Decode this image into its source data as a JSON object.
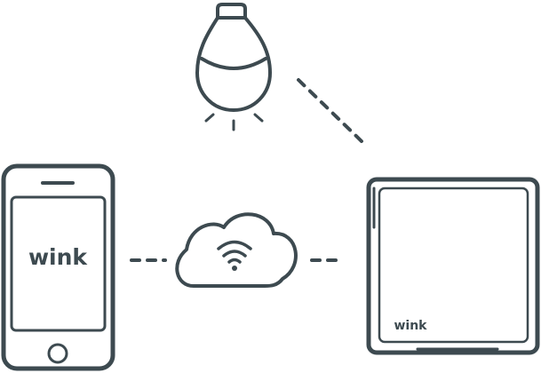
{
  "colors": {
    "stroke": "#3d4a50",
    "background": "#ffffff"
  },
  "phone": {
    "icon": "smartphone-icon",
    "logo_text": "wink"
  },
  "bulb": {
    "icon": "light-bulb-icon"
  },
  "cloud": {
    "icon": "cloud-wifi-icon"
  },
  "hub": {
    "icon": "wink-hub-icon",
    "logo_text": "wink"
  },
  "connections": [
    {
      "from": "phone",
      "to": "cloud",
      "style": "dashed"
    },
    {
      "from": "cloud",
      "to": "hub",
      "style": "dashed"
    },
    {
      "from": "bulb",
      "to": "hub",
      "style": "dashed"
    }
  ]
}
